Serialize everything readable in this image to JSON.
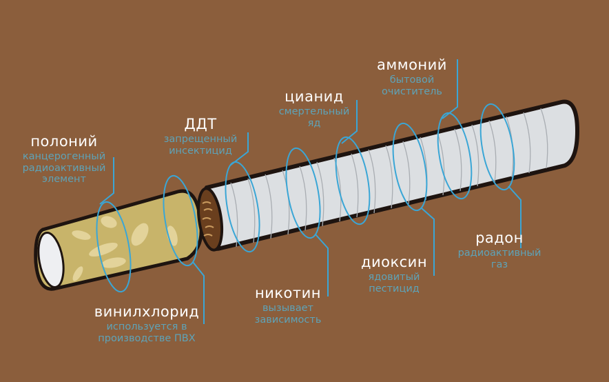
{
  "colors": {
    "background": "#8b5e3c",
    "name_text": "#ffffff",
    "description_text": "#5ea3b8",
    "connector": "#3aa6d6",
    "filter": "#c8b46a",
    "filter_spots": "#e3d39a",
    "paper": "#dcdfe2",
    "outline": "#1e1410",
    "tobacco": "#6a3f1e"
  },
  "labels": [
    {
      "id": "polonium",
      "name": "полоний",
      "description": [
        "канцерогенный",
        "радиоактивный",
        "элемент"
      ]
    },
    {
      "id": "ddt",
      "name": "ДДТ",
      "description": [
        "запрещенный",
        "инсектицид"
      ]
    },
    {
      "id": "cyanide",
      "name": "цианид",
      "description": [
        "смертельный",
        "яд"
      ]
    },
    {
      "id": "ammonium",
      "name": "аммоний",
      "description": [
        "бытовой",
        "очиститель"
      ]
    },
    {
      "id": "vinyl-chloride",
      "name": "винилхлорид",
      "description": [
        "используется в",
        "производстве ПВХ"
      ]
    },
    {
      "id": "nicotine",
      "name": "никотин",
      "description": [
        "вызывает",
        "зависимость"
      ]
    },
    {
      "id": "dioxin",
      "name": "диоксин",
      "description": [
        "ядовитый",
        "пестицид"
      ]
    },
    {
      "id": "radon",
      "name": "радон",
      "description": [
        "радиоактивный",
        "газ"
      ]
    }
  ]
}
